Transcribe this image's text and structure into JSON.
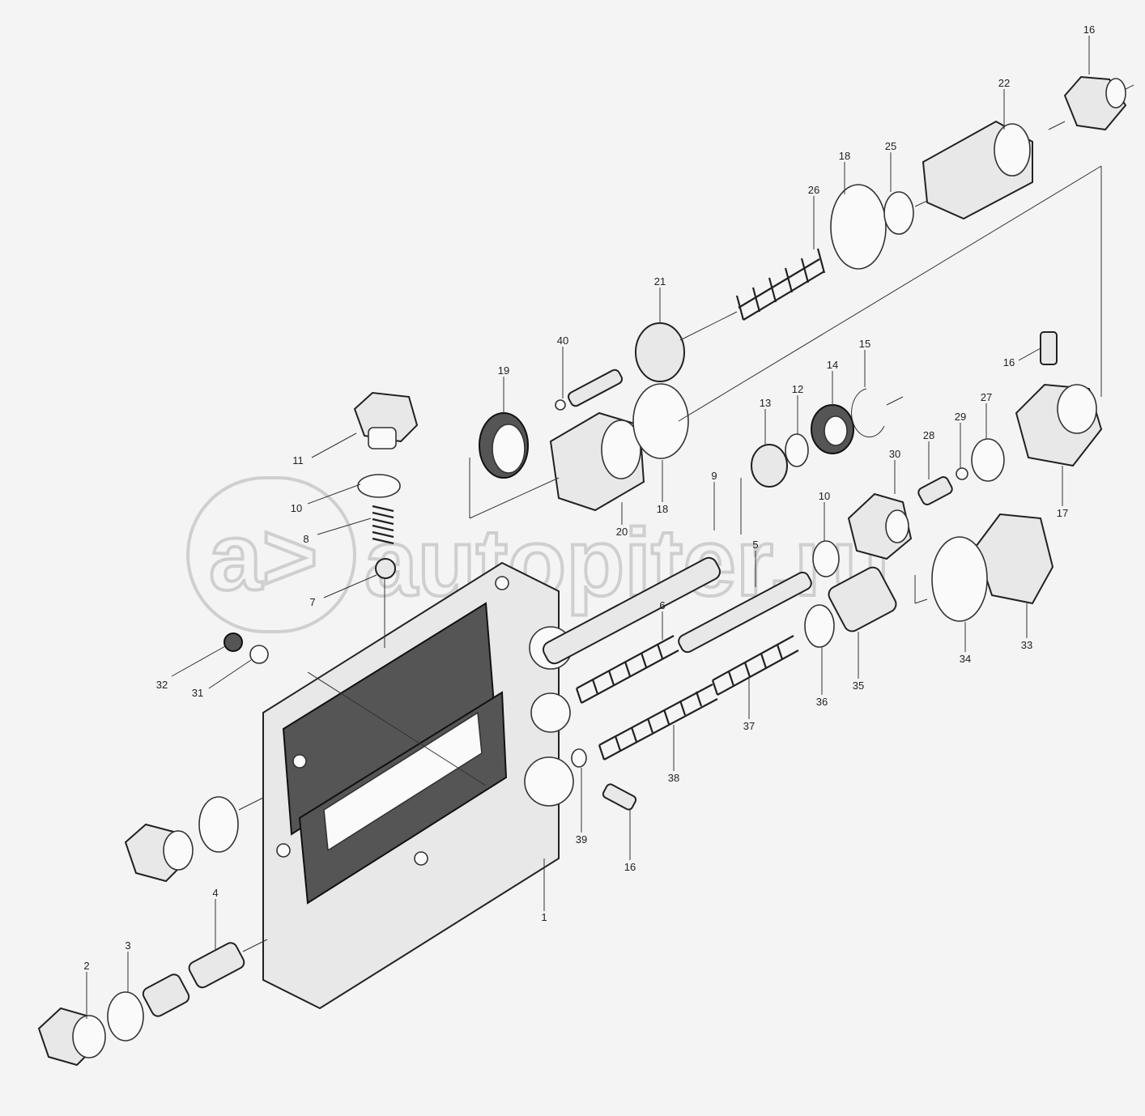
{
  "watermark": {
    "symbol": "a>",
    "text": "autopiter.ru"
  },
  "labels": [
    {
      "id": "1",
      "text": "1"
    },
    {
      "id": "2",
      "text": "2"
    },
    {
      "id": "3",
      "text": "3"
    },
    {
      "id": "4",
      "text": "4"
    },
    {
      "id": "5",
      "text": "5"
    },
    {
      "id": "6",
      "text": "6"
    },
    {
      "id": "7",
      "text": "7"
    },
    {
      "id": "8",
      "text": "8"
    },
    {
      "id": "9",
      "text": "9"
    },
    {
      "id": "10a",
      "text": "10"
    },
    {
      "id": "10b",
      "text": "10"
    },
    {
      "id": "11",
      "text": "11"
    },
    {
      "id": "12",
      "text": "12"
    },
    {
      "id": "13",
      "text": "13"
    },
    {
      "id": "14",
      "text": "14"
    },
    {
      "id": "15",
      "text": "15"
    },
    {
      "id": "16a",
      "text": "16"
    },
    {
      "id": "16b",
      "text": "16"
    },
    {
      "id": "16c",
      "text": "16"
    },
    {
      "id": "17",
      "text": "17"
    },
    {
      "id": "18a",
      "text": "18"
    },
    {
      "id": "18b",
      "text": "18"
    },
    {
      "id": "19",
      "text": "19"
    },
    {
      "id": "20",
      "text": "20"
    },
    {
      "id": "21",
      "text": "21"
    },
    {
      "id": "22",
      "text": "22"
    },
    {
      "id": "25",
      "text": "25"
    },
    {
      "id": "26",
      "text": "26"
    },
    {
      "id": "27",
      "text": "27"
    },
    {
      "id": "28",
      "text": "28"
    },
    {
      "id": "29",
      "text": "29"
    },
    {
      "id": "30",
      "text": "30"
    },
    {
      "id": "31",
      "text": "31"
    },
    {
      "id": "32",
      "text": "32"
    },
    {
      "id": "33",
      "text": "33"
    },
    {
      "id": "34",
      "text": "34"
    },
    {
      "id": "35",
      "text": "35"
    },
    {
      "id": "36",
      "text": "36"
    },
    {
      "id": "37",
      "text": "37"
    },
    {
      "id": "38",
      "text": "38"
    },
    {
      "id": "39",
      "text": "39"
    },
    {
      "id": "40",
      "text": "40"
    }
  ]
}
